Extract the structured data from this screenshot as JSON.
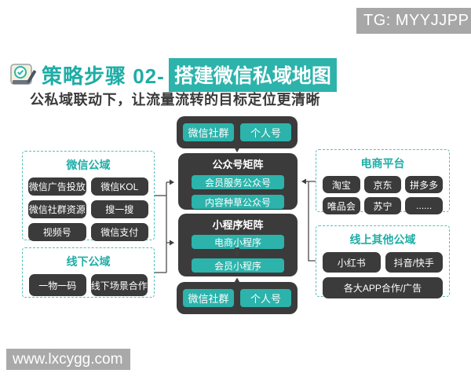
{
  "top_watermark": {
    "label": "TG: MYYJJPP"
  },
  "header": {
    "icon": "badge-check-icon",
    "step_label": "策略步骤 02-",
    "highlight": "搭建微信私域地图",
    "subtitle": "公私域联动下，让流量流转的目标定位更清晰"
  },
  "diagram": {
    "center": {
      "top_entry": {
        "items": [
          "微信社群",
          "个人号"
        ]
      },
      "official_account_matrix": {
        "title": "公众号矩阵",
        "items": [
          "会员服务公众号",
          "内容种草公众号"
        ]
      },
      "mini_program_matrix": {
        "title": "小程序矩阵",
        "items": [
          "电商小程序",
          "会员小程序"
        ]
      },
      "bottom_entry": {
        "items": [
          "微信社群",
          "个人号"
        ]
      }
    },
    "wechat_public": {
      "title": "微信公域",
      "items": [
        "微信广告投放",
        "微信KOL",
        "微信社群资源",
        "搜一搜",
        "视频号",
        "微信支付"
      ]
    },
    "offline_public": {
      "title": "线下公域",
      "items": [
        "一物一码",
        "线下场景合作"
      ]
    },
    "ecommerce": {
      "title": "电商平台",
      "items": [
        "淘宝",
        "京东",
        "拼多多",
        "唯品会",
        "苏宁",
        "......"
      ]
    },
    "online_other": {
      "title": "线上其他公域",
      "items": [
        "小红书",
        "抖音/快手",
        "各大APP合作/广告"
      ]
    }
  },
  "bottom_watermark": {
    "label": "www.lxcygg.com"
  },
  "colors": {
    "accent_teal": "#2cb3ab",
    "teal_text": "#1fada6",
    "dark_box": "#3b3b3b",
    "watermark_gray": "#a7a7a7"
  }
}
